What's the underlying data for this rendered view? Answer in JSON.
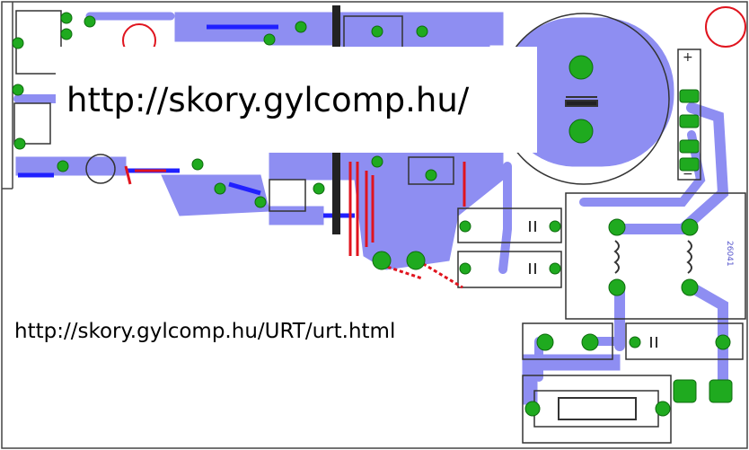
{
  "header_url": "http://skory.gylcomp.hu/",
  "footer_url": "http://skory.gylcomp.hu/URT/urt.html",
  "board": {
    "trace_color": "#8e8ef2",
    "trace_dark": "#2020ff",
    "pad_color": "#1faa1f",
    "pad_hole": "#d8f0d8",
    "jumper_color": "#e0141e",
    "outline_color": "#333333"
  },
  "board_labels": {
    "terminal_plus": "+",
    "terminal_minus": "−",
    "coil_tag": "26041"
  }
}
